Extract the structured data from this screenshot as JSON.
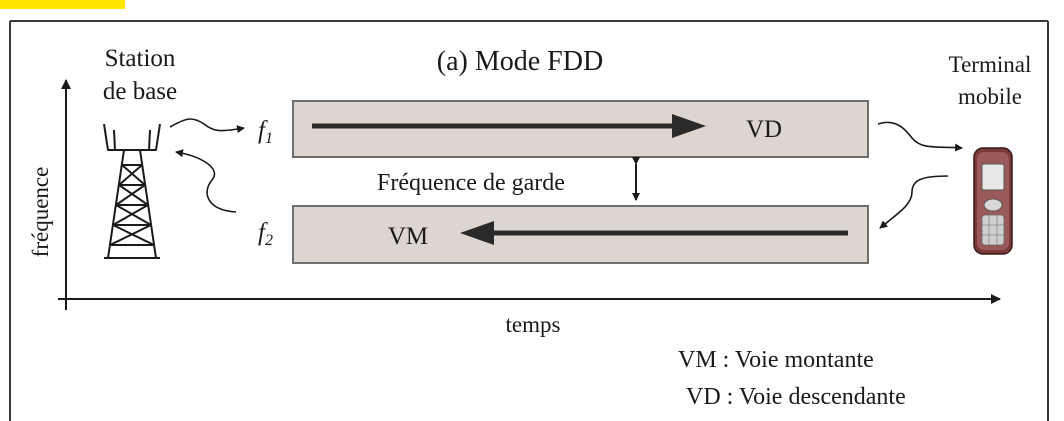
{
  "title": "(a) Mode FDD",
  "base_station_label": [
    "Station",
    "de base"
  ],
  "terminal_label": [
    "Terminal",
    "mobile"
  ],
  "y_axis_label": "fréquence",
  "x_axis_label": "temps",
  "f1_label": {
    "letter": "f",
    "sub": "1"
  },
  "f2_label": {
    "letter": "f",
    "sub": "2"
  },
  "downlink_label": "VD",
  "uplink_label": "VM",
  "guard_label": "Fréquence de garde",
  "legend": [
    "VM : Voie montante",
    "VD : Voie descendante"
  ],
  "colors": {
    "band_fill": "#ddd5d0",
    "band_stroke": "#6e6e6e",
    "frame": "#3a3a3a",
    "accent_tab": "#ffe600",
    "phone_body": "#7a3a3a"
  },
  "icons": [
    "tower-icon",
    "mobile-phone-icon"
  ]
}
